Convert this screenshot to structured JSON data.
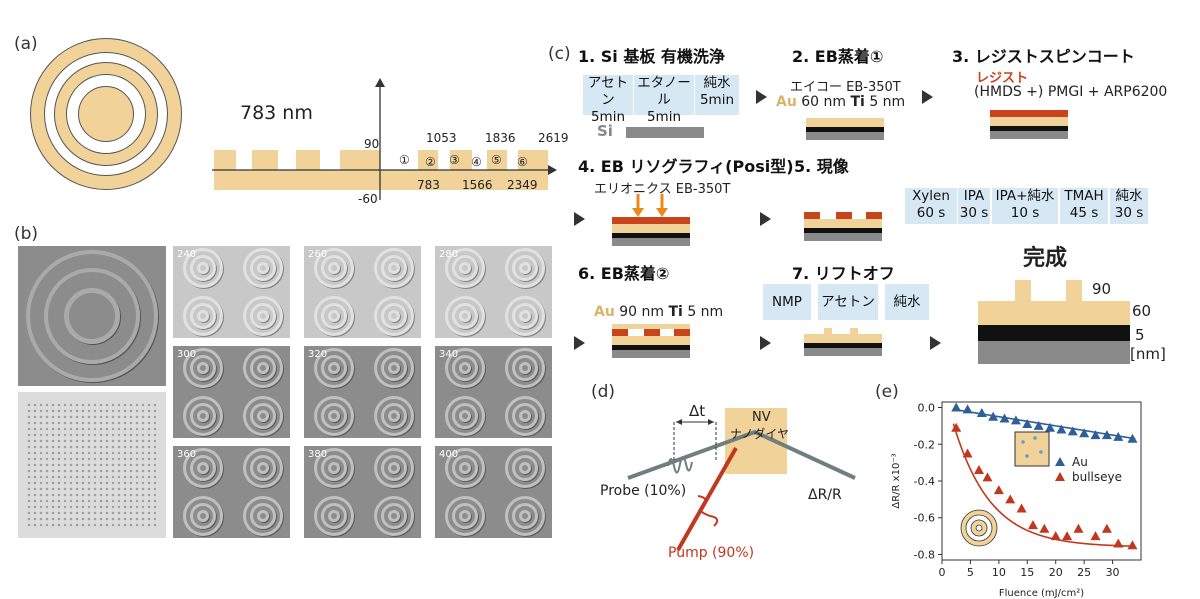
{
  "panels": {
    "a": "(a)",
    "b": "(b)",
    "c": "(c)",
    "d": "(d)",
    "e": "(e)"
  },
  "panel_a": {
    "period": "783 nm",
    "y_ticks": [
      "90",
      "-60"
    ],
    "ring_numbers": [
      "①",
      "②",
      "③",
      "④",
      "⑤",
      "⑥"
    ],
    "top_values": [
      "1053",
      "1836",
      "2619"
    ],
    "bottom_values": [
      "783",
      "1566",
      "2349"
    ],
    "colors": {
      "gold": "#f1d39a"
    }
  },
  "panel_b": {
    "sem_labels": [
      "240",
      "260",
      "280",
      "300",
      "320",
      "340",
      "360",
      "380",
      "400"
    ]
  },
  "panel_c": {
    "steps": [
      "1. Si 基板 有機洗浄",
      "2. EB蒸着①",
      "3. レジストスピンコート",
      "4. EB リソグラフィ(Posi型)",
      "5. 現像",
      "6. EB蒸着②",
      "7. リフトオフ"
    ],
    "clean": [
      {
        "name": "アセトン",
        "time": "5min"
      },
      {
        "name": "エタノール",
        "time": "5min"
      },
      {
        "name": "純水",
        "time": "5min"
      }
    ],
    "si": "Si",
    "eb1_machine": "エイコー EB-350T",
    "eb1_au": "Au",
    "eb1_rest": "60 nm",
    "eb1_ti": "Ti",
    "eb1_ti_rest": "5 nm",
    "resist_title": "レジスト",
    "resist_detail": "(HMDS +) PMGI + ARP6200",
    "ebl_machine": "エリオニクス EB-350T",
    "develop": [
      {
        "name": "Xylen",
        "time": "60 s"
      },
      {
        "name": "IPA",
        "time": "30 s"
      },
      {
        "name": "IPA+純水",
        "time": "10 s"
      },
      {
        "name": "TMAH",
        "time": "45 s"
      },
      {
        "name": "純水",
        "time": "30 s"
      }
    ],
    "eb2_au": "Au",
    "eb2_rest": "90 nm",
    "eb2_ti": "Ti",
    "eb2_ti_rest": "5 nm",
    "liftoff": [
      "NMP",
      "アセトン",
      "純水"
    ],
    "done": "完成",
    "final_labels": [
      "90",
      "60",
      "5",
      "[nm]"
    ],
    "colors": {
      "gold": "#f1d39a",
      "resist": "#c8451c",
      "black": "#111111",
      "gray": "#8a8a8a",
      "box": "#d6e8f3"
    }
  },
  "panel_d": {
    "dt": "Δt",
    "nv": "NV",
    "nano": "ナノダイヤ",
    "probe": "Probe (10%)",
    "pump": "Pump (90%)",
    "dr": "ΔR/R"
  },
  "chart_data": {
    "type": "scatter",
    "xlabel": "Fluence (mJ/cm²)",
    "ylabel": "ΔR/R x10⁻³",
    "xlim": [
      0,
      35
    ],
    "ylim": [
      -0.83,
      0.03
    ],
    "x_ticks": [
      0,
      5,
      10,
      15,
      20,
      25,
      30
    ],
    "y_ticks": [
      0.0,
      -0.2,
      -0.4,
      -0.6,
      -0.8
    ],
    "legend_position": "right",
    "series": [
      {
        "name": "Au",
        "color": "#2f5f99",
        "marker": "triangle",
        "x": [
          2.5,
          4.5,
          7,
          9,
          11,
          13,
          15,
          17,
          19,
          21,
          23,
          25,
          27,
          29,
          31,
          33.5
        ],
        "y": [
          0.0,
          -0.01,
          -0.03,
          -0.05,
          -0.06,
          -0.07,
          -0.09,
          -0.1,
          -0.11,
          -0.12,
          -0.13,
          -0.14,
          -0.15,
          -0.15,
          -0.16,
          -0.17
        ]
      },
      {
        "name": "bullseye",
        "color": "#c0381f",
        "marker": "triangle",
        "x": [
          2.5,
          4.5,
          6.5,
          8,
          10,
          12,
          14,
          16,
          18,
          20,
          22,
          24,
          27,
          29,
          31,
          33.5
        ],
        "y": [
          -0.11,
          -0.25,
          -0.34,
          -0.38,
          -0.45,
          -0.5,
          -0.55,
          -0.64,
          -0.66,
          -0.7,
          -0.7,
          -0.66,
          -0.7,
          -0.66,
          -0.74,
          -0.75
        ]
      }
    ]
  }
}
